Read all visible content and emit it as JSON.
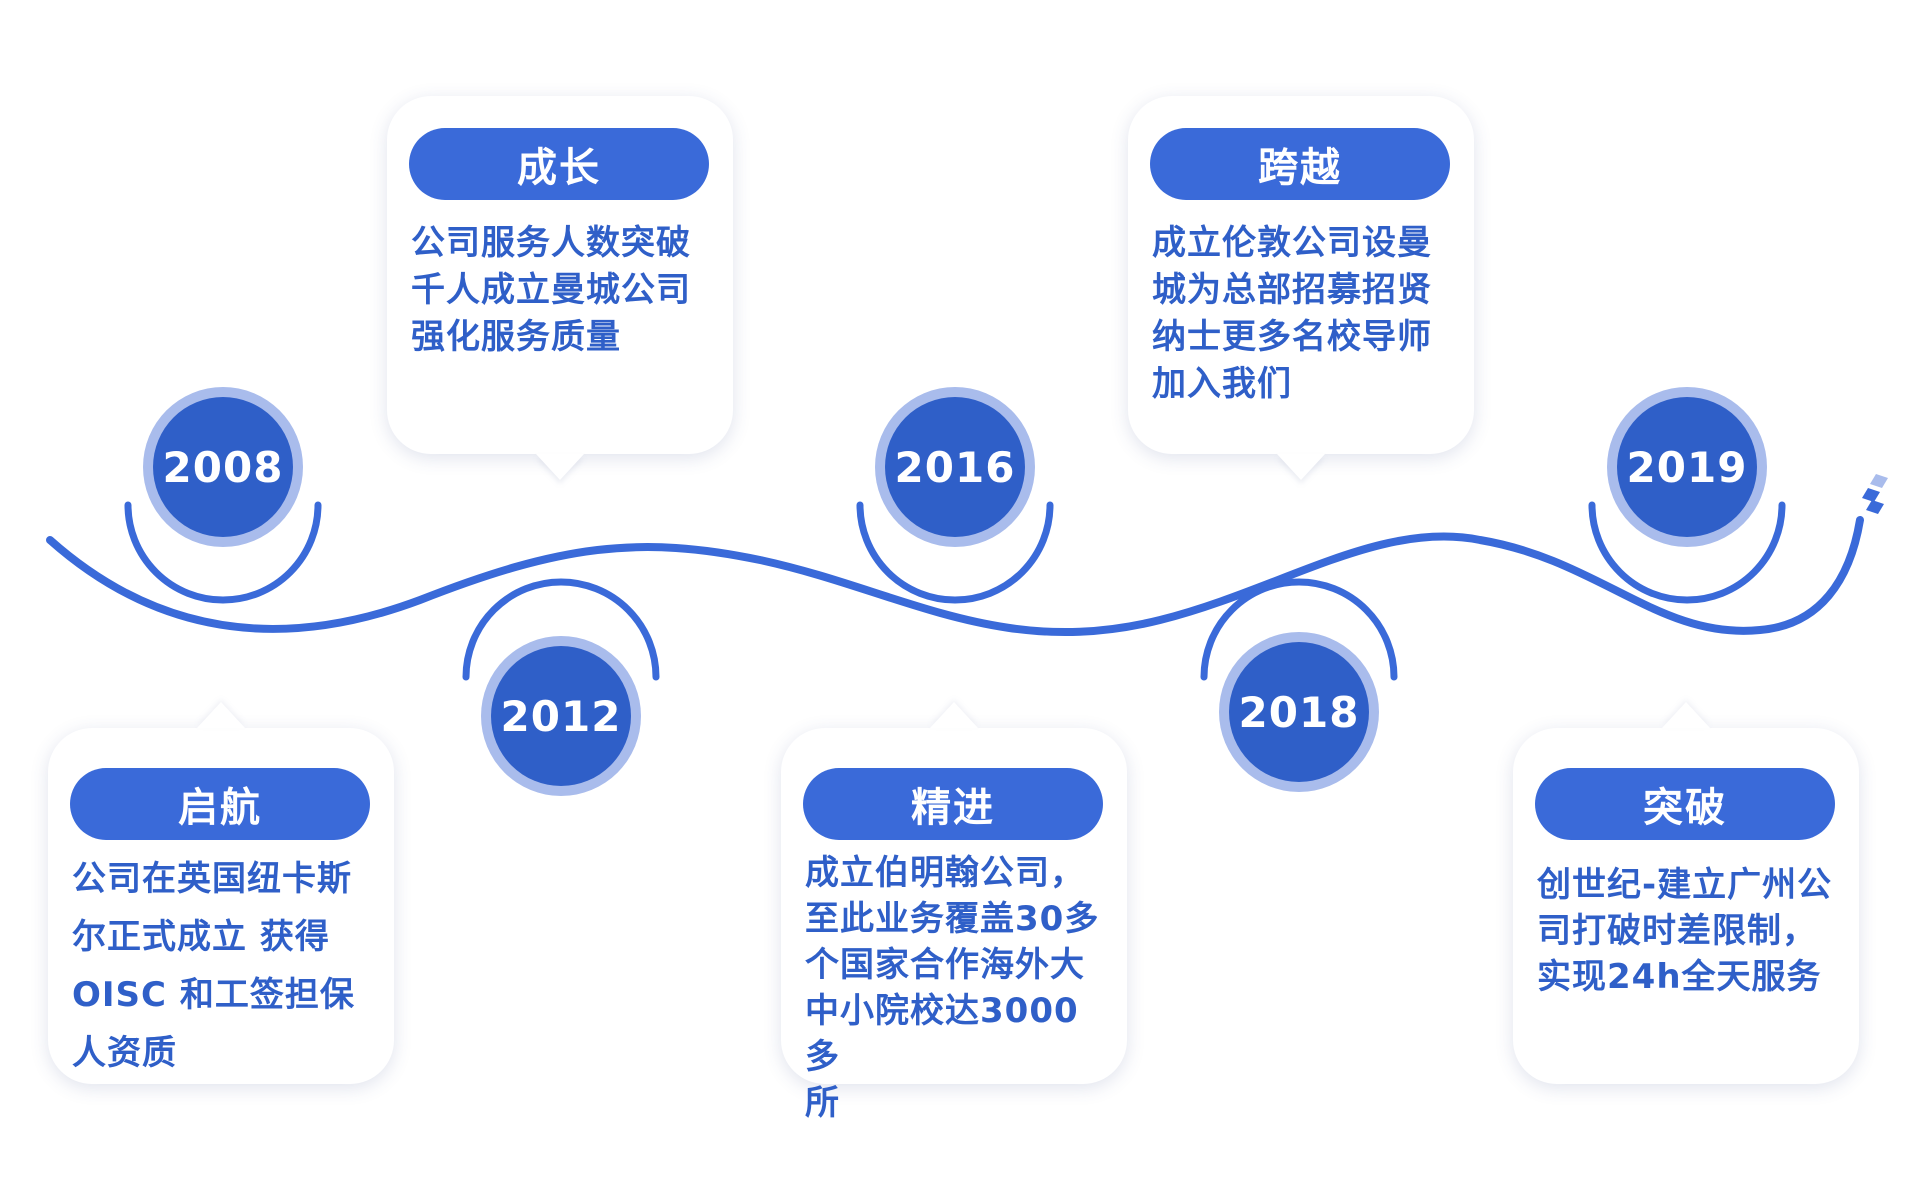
{
  "colors": {
    "accent": "#3a6ad9",
    "dark": "#2f5fc8",
    "ring": "#a9bcec",
    "text": "#2f5fc8"
  },
  "milestones": [
    {
      "year": "2008",
      "title": "启航",
      "desc": "公司在英国纽卡斯\n尔正式成立 获得\nOISC 和工签担保\n人资质"
    },
    {
      "year": "2012",
      "title": "成长",
      "desc": "公司服务人数突破\n千人成立曼城公司\n强化服务质量"
    },
    {
      "year": "2016",
      "title": "精进",
      "desc": "成立伯明翰公司，\n至此业务覆盖30多\n个国家合作海外大\n中小院校达3000多\n所"
    },
    {
      "year": "2018",
      "title": "跨越",
      "desc": "成立伦敦公司设曼\n城为总部招募招贤\n纳士更多名校导师\n加入我们"
    },
    {
      "year": "2019",
      "title": "突破",
      "desc": "创世纪-建立广州公\n司打破时差限制，\n实现24h全天服务"
    }
  ]
}
